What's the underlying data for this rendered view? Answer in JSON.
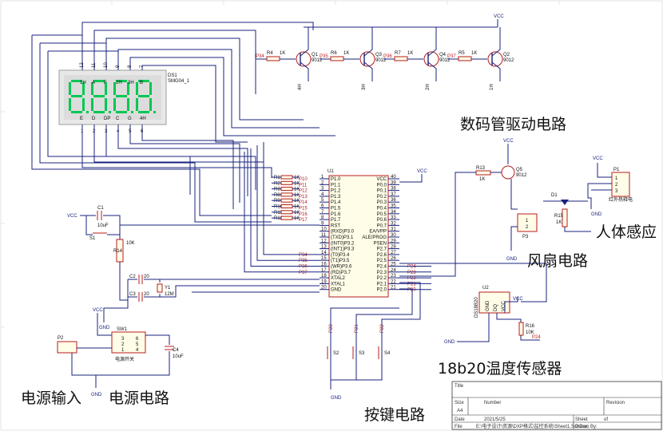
{
  "sections": {
    "display_driver": "数码管驱动电路",
    "fan": "风扇电路",
    "human_sensor": "人体感应",
    "temp_sensor": "18b20温度传感器",
    "power_input": "电源输入",
    "power_circuit": "电源电路",
    "keys": "按键电路"
  },
  "display": {
    "ref": "DS1",
    "part": "SMG04_1",
    "digits": "8.8.8.8.",
    "top_pins": [
      "12",
      "11",
      "10",
      "9",
      "8",
      "7"
    ],
    "top_names": [
      "1H",
      "A",
      "F",
      "2H",
      "3H",
      "B"
    ],
    "bottom_pins": [
      "1",
      "2",
      "3",
      "4",
      "5",
      "6"
    ],
    "bottom_names": [
      "E",
      "D",
      "DP",
      "C",
      "G",
      "4H"
    ]
  },
  "transistors": [
    {
      "ref": "Q1",
      "part": "9012",
      "net": "P34",
      "res": "R4",
      "val": "1K",
      "out": "4H"
    },
    {
      "ref": "Q3",
      "part": "9012",
      "net": "P35",
      "res": "R6",
      "val": "1K",
      "out": "3H"
    },
    {
      "ref": "Q4",
      "part": "9012",
      "net": "P36",
      "res": "R7",
      "val": "1K",
      "out": "2H"
    },
    {
      "ref": "Q2",
      "part": "9012",
      "net": "P37",
      "res": "R5",
      "val": "1K",
      "out": "1H"
    }
  ],
  "vcc": "VCC",
  "gnd": "GND",
  "mcu": {
    "ref": "U1",
    "left_pins": [
      {
        "n": "1",
        "name": "P1.0",
        "net": "P10"
      },
      {
        "n": "2",
        "name": "P1.1",
        "net": "P11"
      },
      {
        "n": "3",
        "name": "P1.2",
        "net": "P12"
      },
      {
        "n": "4",
        "name": "P1.3",
        "net": "P13"
      },
      {
        "n": "5",
        "name": "P1.4",
        "net": "P14"
      },
      {
        "n": "6",
        "name": "P1.5",
        "net": "P15"
      },
      {
        "n": "7",
        "name": "P1.6",
        "net": "P16"
      },
      {
        "n": "8",
        "name": "P1.7",
        "net": "P17"
      },
      {
        "n": "9",
        "name": "RST",
        "net": ""
      },
      {
        "n": "10",
        "name": "(RXD)P3.0",
        "net": ""
      },
      {
        "n": "11",
        "name": "(TXD)P3.1",
        "net": ""
      },
      {
        "n": "12",
        "name": "(INT0)P3.2",
        "net": ""
      },
      {
        "n": "13",
        "name": "(INT1)P3.3",
        "net": ""
      },
      {
        "n": "14",
        "name": "(T0)P3.4",
        "net": "P34"
      },
      {
        "n": "15",
        "name": "(T1)P3.5",
        "net": "P35"
      },
      {
        "n": "16",
        "name": "(WR)P3.6",
        "net": "P36"
      },
      {
        "n": "17",
        "name": "(RD)P3.7",
        "net": "P37"
      },
      {
        "n": "18",
        "name": "XTAL2",
        "net": ""
      },
      {
        "n": "19",
        "name": "XTAL1",
        "net": ""
      },
      {
        "n": "20",
        "name": "GND",
        "net": ""
      }
    ],
    "right_pins": [
      {
        "n": "40",
        "name": "VCC",
        "net": ""
      },
      {
        "n": "39",
        "name": "P0.0",
        "net": ""
      },
      {
        "n": "38",
        "name": "P0.1",
        "net": ""
      },
      {
        "n": "37",
        "name": "P0.2",
        "net": ""
      },
      {
        "n": "36",
        "name": "P0.3",
        "net": ""
      },
      {
        "n": "35",
        "name": "P0.4",
        "net": ""
      },
      {
        "n": "34",
        "name": "P0.5",
        "net": ""
      },
      {
        "n": "33",
        "name": "P0.6",
        "net": ""
      },
      {
        "n": "32",
        "name": "P0.7",
        "net": ""
      },
      {
        "n": "31",
        "name": "EA/VPP",
        "net": ""
      },
      {
        "n": "30",
        "name": "ALE/PROG",
        "net": ""
      },
      {
        "n": "29",
        "name": "PSEN",
        "net": ""
      },
      {
        "n": "28",
        "name": "P2.7",
        "net": ""
      },
      {
        "n": "27",
        "name": "P2.6",
        "net": ""
      },
      {
        "n": "26",
        "name": "P2.5",
        "net": ""
      },
      {
        "n": "25",
        "name": "P2.4",
        "net": "P24"
      },
      {
        "n": "24",
        "name": "P2.3",
        "net": "P23"
      },
      {
        "n": "23",
        "name": "P2.2",
        "net": "P22"
      },
      {
        "n": "22",
        "name": "P2.1",
        "net": "P21"
      },
      {
        "n": "21",
        "name": "P2.0",
        "net": "P20"
      }
    ]
  },
  "seg_resistors": [
    "R1",
    "R2",
    "R3",
    "R8",
    "R9",
    "R10",
    "R11",
    "R12"
  ],
  "seg_res_value": "1K",
  "reset": {
    "c1": "C1",
    "c1v": "10uF",
    "s1": "S1",
    "r14": "R14",
    "r14v": "10K"
  },
  "crystal": {
    "c2": "C2",
    "c2v": "20",
    "c3": "C3",
    "c3v": "20",
    "y1": "Y1",
    "y1v": "12M"
  },
  "power": {
    "p2": "P2",
    "sw1": "SW1",
    "sw_name": "电源开关",
    "c4": "C4",
    "c4v": "10uF",
    "pins": [
      "3",
      "6",
      "2",
      "5",
      "1",
      "4"
    ]
  },
  "keys": [
    {
      "ref": "S2",
      "net": "P20"
    },
    {
      "ref": "S3",
      "net": "P21"
    },
    {
      "ref": "S4",
      "net": "P22"
    }
  ],
  "fan": {
    "r13": "R13",
    "r13v": "1K",
    "q5": "Q5",
    "q5v": "9012",
    "p3": "P3",
    "pins": [
      "1",
      "2"
    ]
  },
  "sensor": {
    "d1": "D1",
    "r15": "R15",
    "r15v": "1K",
    "p1": "P1",
    "p1name": "红外热释电",
    "pins": [
      "1",
      "2",
      "3"
    ]
  },
  "ds18b20": {
    "ref": "U2",
    "part": "DS18B20",
    "pins": [
      "GND",
      "DQ",
      "VCC"
    ],
    "r16": "R16",
    "r16v": "10K",
    "net": "P24"
  },
  "title_block": {
    "title": "Title",
    "size": "Size",
    "size_v": "A4",
    "number": "Number",
    "revision": "Revision",
    "date": "Date",
    "date_v": "2021/5/25",
    "sheet": "Sheet",
    "of": "of",
    "file": "File",
    "file_v": "E:\\电子设计\\资源\\DXP格式\\监控系统\\Sheet1.SchDoc",
    "drawn": "Drawn By:"
  }
}
